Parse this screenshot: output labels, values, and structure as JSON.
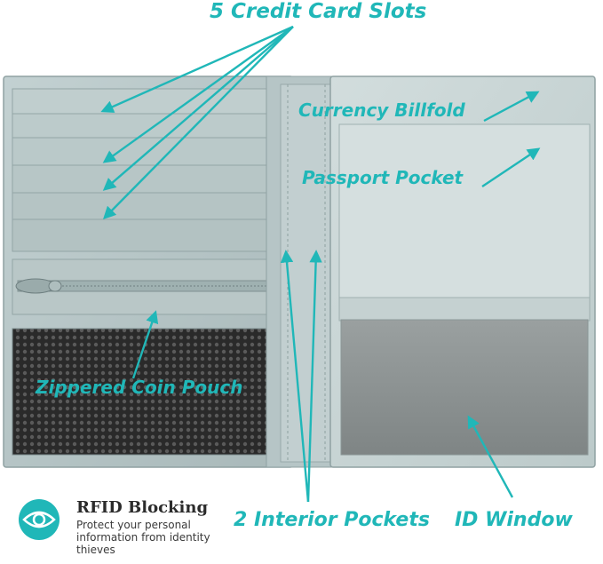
{
  "colors": {
    "accent": "#20b7b8",
    "leather": "#b6c6c7",
    "mesh": "#2a2a2a",
    "window": "#8d9393"
  },
  "labels": {
    "credit_slots": "5 Credit Card Slots",
    "billfold": "Currency Billfold",
    "passport": "Passport Pocket",
    "coin_pouch": "Zippered Coin Pouch",
    "interior_pockets": "2 Interior Pockets",
    "id_window": "ID Window"
  },
  "rfid": {
    "icon": "eye-shield-icon",
    "title": "RFID Blocking",
    "text": "Protect your personal information from identity thieves"
  }
}
